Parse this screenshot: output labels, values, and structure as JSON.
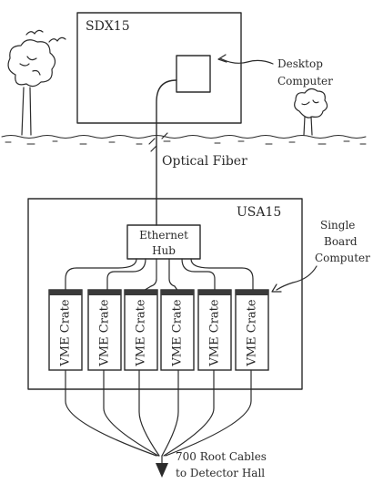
{
  "buildings": {
    "surface": {
      "label": "SDX15"
    },
    "underground": {
      "label": "USA15"
    }
  },
  "desktop": {
    "label_line1": "Desktop",
    "label_line2": "Computer"
  },
  "link": {
    "label": "Optical Fiber"
  },
  "hub": {
    "label_line1": "Ethernet",
    "label_line2": "Hub"
  },
  "sbc": {
    "label_line1": "Single",
    "label_line2": "Board",
    "label_line3": "Computer"
  },
  "crates": [
    {
      "label": "VME Crate"
    },
    {
      "label": "VME Crate"
    },
    {
      "label": "VME Crate"
    },
    {
      "label": "VME Crate"
    },
    {
      "label": "VME Crate"
    },
    {
      "label": "VME Crate"
    }
  ],
  "cables": {
    "label_line1": "700 Root Cables",
    "label_line2": "to Detector Hall"
  },
  "colors": {
    "ink": "#2b2b2b",
    "paper": "#ffffff",
    "crate_band": "#3a3a3a"
  },
  "icons": [
    "tree-icon",
    "tree-icon",
    "bird-icon",
    "bird-icon",
    "ground-line"
  ]
}
